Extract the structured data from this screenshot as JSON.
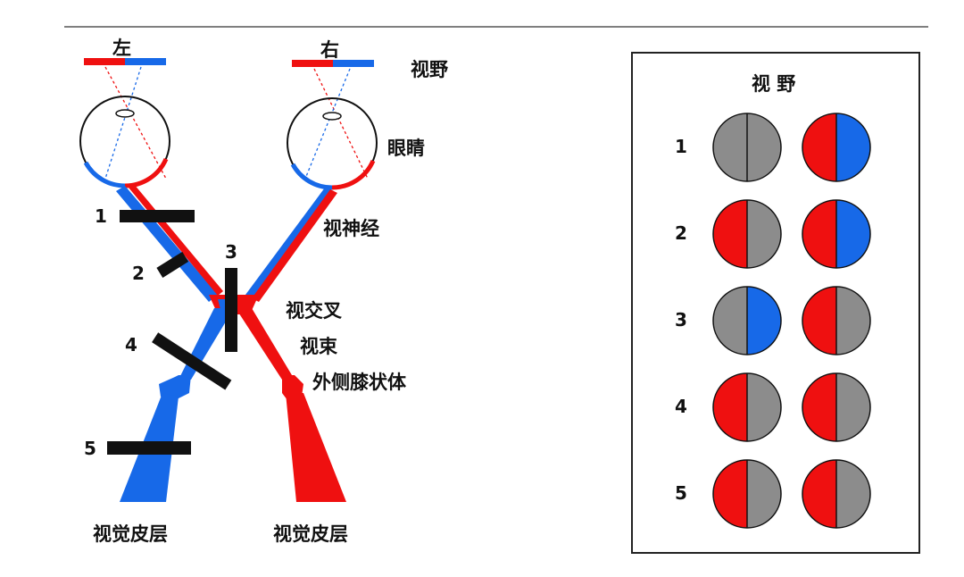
{
  "colors": {
    "left_field": "#ef1010",
    "right_field": "#1769e8",
    "blind": "#8c8c8c",
    "lesion_bar": "#111111",
    "divider": "#222222"
  },
  "top_labels": {
    "left": "左",
    "right": "右",
    "field": "视野"
  },
  "anatomy_labels": {
    "eye": "眼睛",
    "optic_nerve": "视神经",
    "chiasm": "视交叉",
    "tract": "视束",
    "lgn": "外侧膝状体",
    "cortex_left": "视觉皮层",
    "cortex_right": "视觉皮层"
  },
  "lesion_numbers": [
    "1",
    "2",
    "3",
    "4",
    "5"
  ],
  "panel": {
    "title": "视 野",
    "rows": [
      {
        "num": "1",
        "left_eye": [
          "blind",
          "blind"
        ],
        "right_eye": [
          "left_field",
          "right_field"
        ]
      },
      {
        "num": "2",
        "left_eye": [
          "left_field",
          "blind"
        ],
        "right_eye": [
          "left_field",
          "right_field"
        ]
      },
      {
        "num": "3",
        "left_eye": [
          "blind",
          "right_field"
        ],
        "right_eye": [
          "left_field",
          "blind"
        ]
      },
      {
        "num": "4",
        "left_eye": [
          "left_field",
          "blind"
        ],
        "right_eye": [
          "left_field",
          "blind"
        ]
      },
      {
        "num": "5",
        "left_eye": [
          "left_field",
          "blind"
        ],
        "right_eye": [
          "left_field",
          "blind"
        ]
      }
    ]
  }
}
